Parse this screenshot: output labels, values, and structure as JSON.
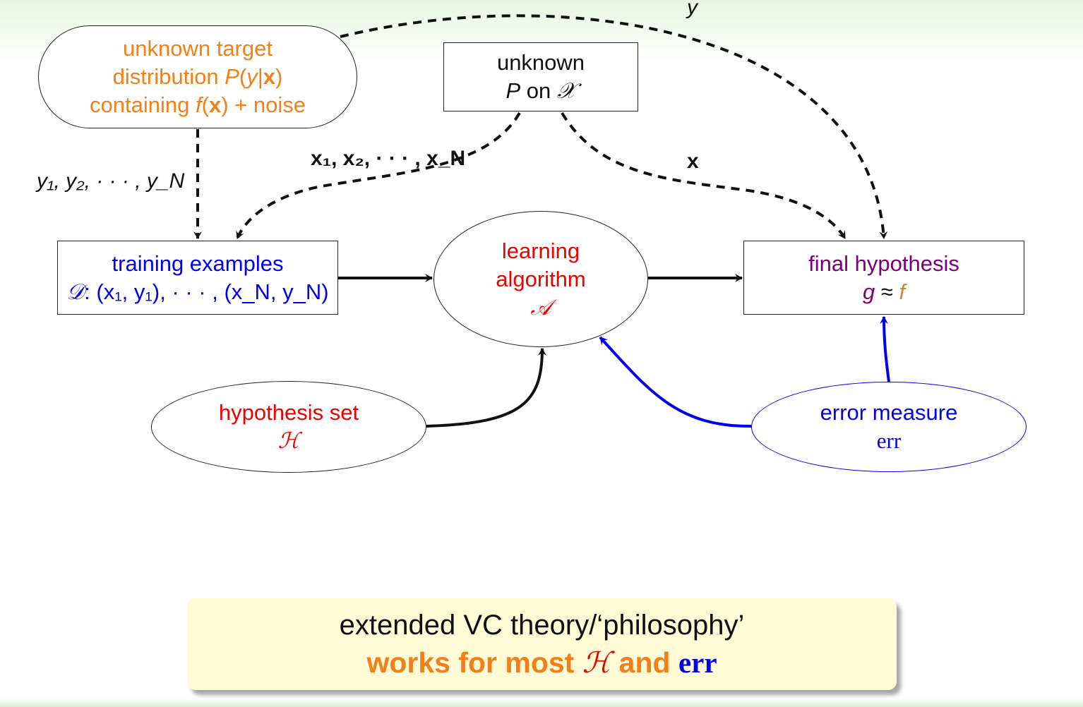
{
  "nodes": {
    "target": {
      "line1": "unknown target",
      "line2_pre": "distribution ",
      "line2_P": "P",
      "line2_paren_open": "(",
      "line2_y": "y",
      "line2_bar": "|",
      "line2_x": "x",
      "line2_paren_close": ")",
      "line3_pre": "containing ",
      "line3_f": "f",
      "line3_paren_open": "(",
      "line3_x": "x",
      "line3_post": ") + noise"
    },
    "input_dist": {
      "line1": "unknown",
      "line2_P": "P",
      "line2_on": " on ",
      "line2_X": "𝒳"
    },
    "training": {
      "line1": "training examples",
      "line2_D": "𝒟",
      "line2_rest": ": (x₁, y₁), · · · , (x_N, y_N)"
    },
    "learning": {
      "line1": "learning",
      "line2": "algorithm",
      "line3": "𝒜"
    },
    "final": {
      "line1": "final hypothesis",
      "g": "g",
      "approx": " ≈ ",
      "f": "f"
    },
    "hypothesis": {
      "line1": "hypothesis set",
      "line2": "ℋ"
    },
    "error": {
      "line1": "error measure",
      "line2": "err"
    }
  },
  "edge_labels": {
    "y_top": "y",
    "y_list": "y₁, y₂, · · · , y_N",
    "x_list": "x₁, x₂, · · · , x_N",
    "x_single": "x"
  },
  "callout": {
    "line1": "extended VC theory/‘philosophy’",
    "line2_pre": "works for most ",
    "line2_H": "ℋ",
    "line2_and": " and ",
    "line2_err": "err"
  },
  "colors": {
    "orange": "#f57f17",
    "blue": "#0000ee",
    "red": "#ee0000",
    "purple": "#7a007a",
    "brown": "#c58a3a",
    "callout_bg": "#fffbd6"
  }
}
